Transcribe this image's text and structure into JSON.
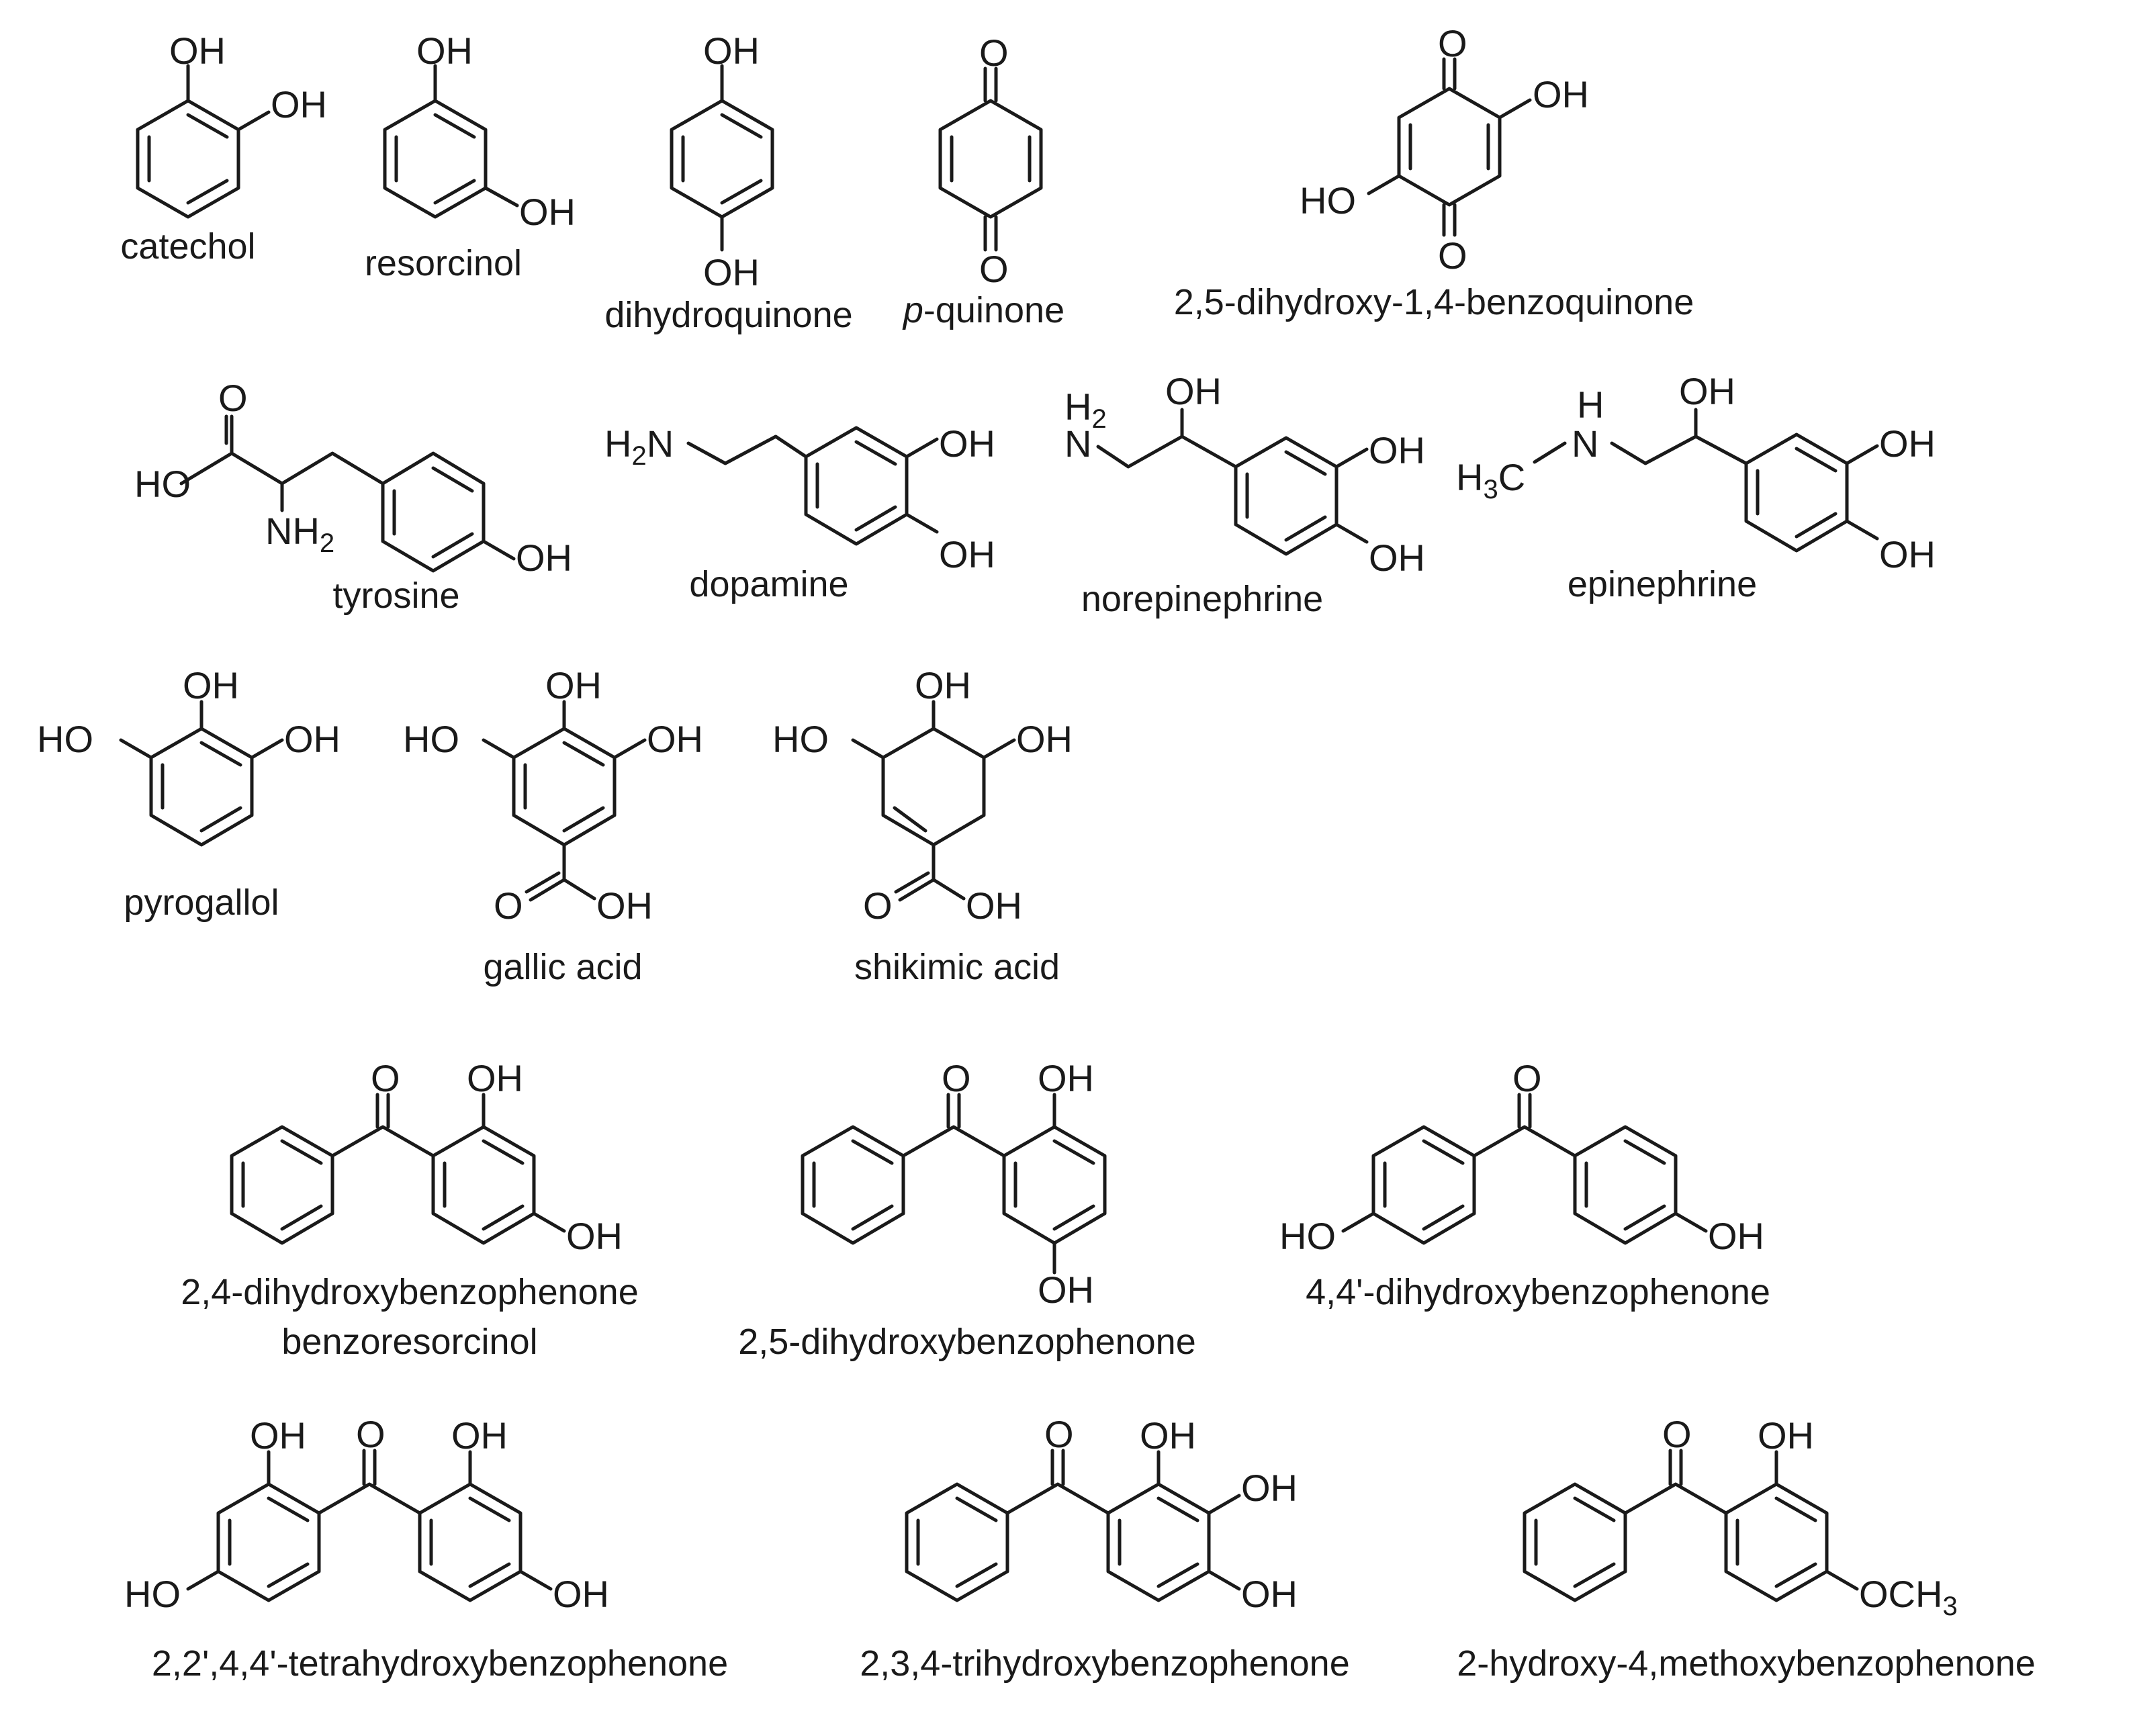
{
  "compounds": [
    {
      "name": "catechol"
    },
    {
      "name": "resorcinol"
    },
    {
      "name": "dihydroquinone"
    },
    {
      "name": "p-quinone",
      "prefix": "p",
      "suffix": "-quinone"
    },
    {
      "name": "2,5-dihydroxy-1,4-benzoquinone"
    },
    {
      "name": "tyrosine"
    },
    {
      "name": "dopamine"
    },
    {
      "name": "norepinephrine"
    },
    {
      "name": "epinephrine"
    },
    {
      "name": "pyrogallol"
    },
    {
      "name": "gallic acid"
    },
    {
      "name": "shikimic acid"
    },
    {
      "name": "2,4-dihydroxybenzophenone",
      "alt_name": "benzoresorcinol"
    },
    {
      "name": "2,5-dihydroxybenzophenone"
    },
    {
      "name": "4,4'-dihydroxybenzophenone"
    },
    {
      "name": "2,2',4,4'-tetrahydroxybenzophenone"
    },
    {
      "name": "2,3,4-trihydroxybenzophenone"
    },
    {
      "name": "2-hydroxy-4,methoxybenzophenone"
    }
  ],
  "atoms": {
    "oh": "OH",
    "ho": "HO",
    "o": "O",
    "h": "H",
    "n": "N",
    "nh": "NH",
    "och": "OCH",
    "two": "2",
    "three": "3",
    "hc": "H",
    "c": "C"
  }
}
